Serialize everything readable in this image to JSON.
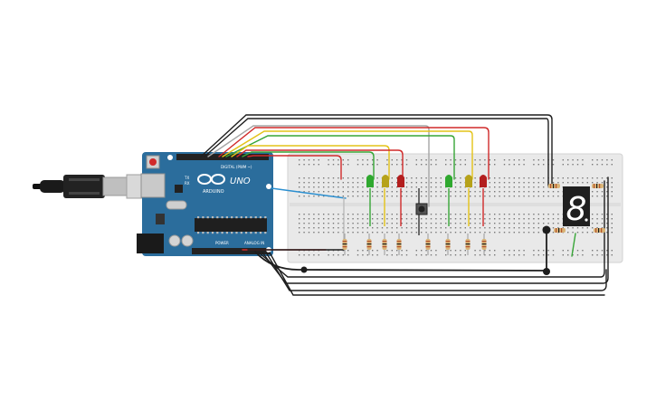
{
  "canvas": {
    "background": "#ffffff"
  },
  "arduino": {
    "brand": "ARDUINO",
    "model": "UNO",
    "digital_label": "DIGITAL (PWM ~)",
    "power_label": "POWER",
    "analog_label": "ANALOG IN",
    "tx_label": "TX",
    "rx_label": "RX",
    "board_color": "#2b6d9c",
    "header_color": "#222222"
  },
  "breadboard": {
    "color": "#e9e9e9",
    "hole_color": "#777777"
  },
  "components": {
    "leds": [
      {
        "name": "led-green-1",
        "color": "#2fa82f"
      },
      {
        "name": "led-yellow-1",
        "color": "#b6a21a"
      },
      {
        "name": "led-red-1",
        "color": "#b31e1e"
      },
      {
        "name": "led-green-2",
        "color": "#2fa82f"
      },
      {
        "name": "led-yellow-2",
        "color": "#b6a21a"
      },
      {
        "name": "led-red-2",
        "color": "#b31e1e"
      }
    ],
    "seven_segment": {
      "digit": "8",
      "body_color": "#1f1f1f",
      "segment_color": "#ffffff"
    },
    "pushbutton": {
      "color": "#333333"
    }
  },
  "wire_colors": {
    "black": "#1e1e1e",
    "red": "#d02a2a",
    "green": "#37a537",
    "yellow": "#e3c318",
    "gray": "#a5a5a5",
    "blue": "#2b8fd0"
  }
}
